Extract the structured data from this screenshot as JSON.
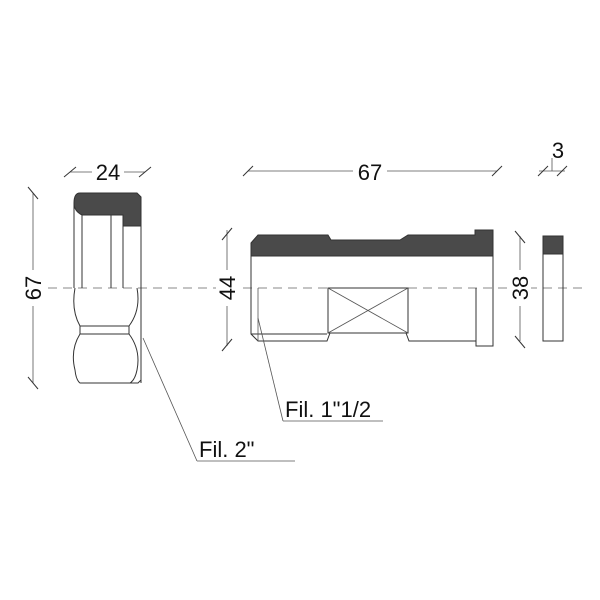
{
  "dimensions": {
    "nut_height": "67",
    "nut_width": "24",
    "pipe_length": "67",
    "pipe_diameter": "44",
    "washer_diameter": "38",
    "washer_thickness": "3"
  },
  "labels": {
    "pipe_thread": "Fil. 1\"1/2",
    "nut_thread": "Fil. 2\""
  },
  "colors": {
    "section_fill": "#4a4a4a",
    "line": "#333333"
  }
}
